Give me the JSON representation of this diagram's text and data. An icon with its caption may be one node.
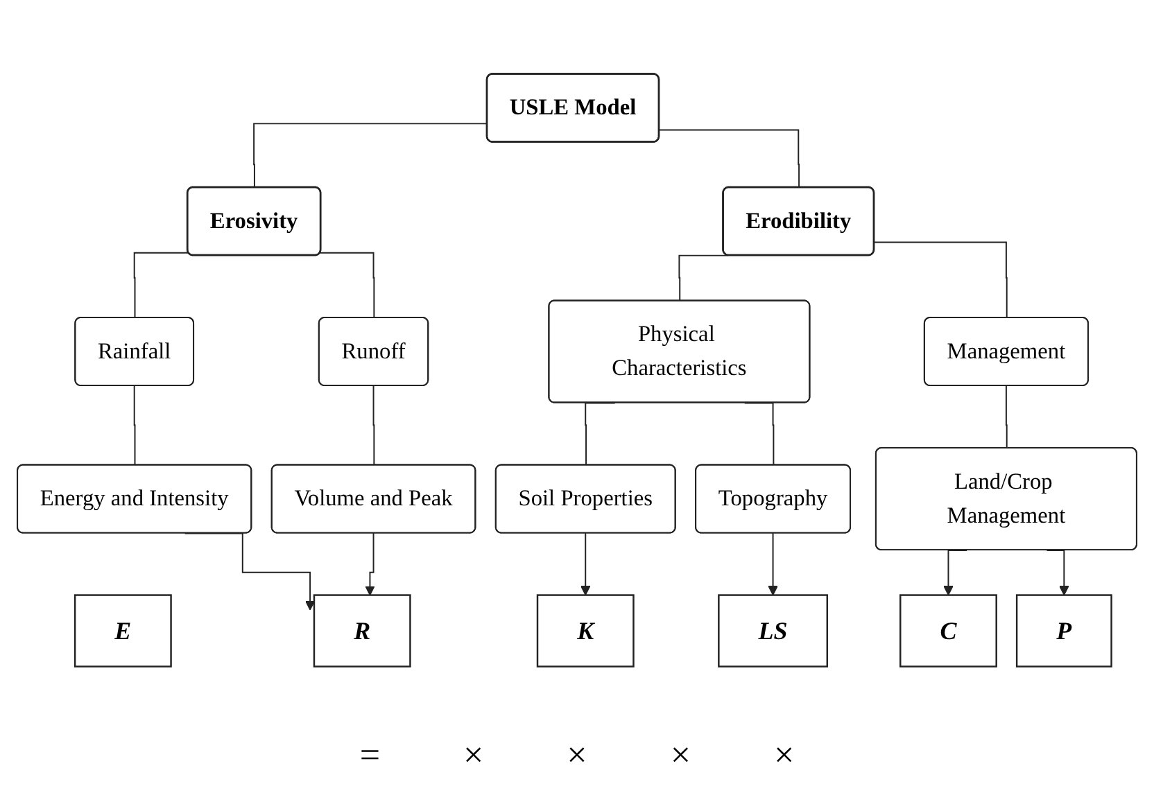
{
  "diagram": {
    "nodes": [
      {
        "text": [
          "USLE Model"
        ]
      },
      {
        "text": [
          "Erosivity"
        ]
      },
      {
        "text": [
          "Erodibility"
        ]
      },
      {
        "text": [
          "Rainfall"
        ]
      },
      {
        "text": [
          "Runoff"
        ]
      },
      {
        "text": [
          "Physical Characteristics"
        ]
      },
      {
        "text": [
          "Management"
        ]
      },
      {
        "text": [
          "Energy and Intensity"
        ]
      },
      {
        "text": [
          "Volume and Peak"
        ]
      },
      {
        "text": [
          "Soil Properties"
        ]
      },
      {
        "text": [
          "Topography"
        ]
      },
      {
        "text": [
          "Land/Crop Management"
        ]
      },
      {
        "text": [
          "E"
        ]
      },
      {
        "text": [
          "R"
        ]
      },
      {
        "text": [
          "K"
        ]
      },
      {
        "text": [
          "LS"
        ]
      },
      {
        "text": [
          "C"
        ]
      },
      {
        "text": [
          "P"
        ]
      }
    ],
    "edges": [
      {
        "from": 0,
        "to": 1,
        "arrow": "none"
      },
      {
        "from": 0,
        "to": 2,
        "arrow": "none"
      },
      {
        "from": 1,
        "to": 3,
        "arrow": "none"
      },
      {
        "from": 1,
        "to": 4,
        "arrow": "none"
      },
      {
        "from": 2,
        "to": 5,
        "arrow": "none"
      },
      {
        "from": 2,
        "to": 6,
        "arrow": "none"
      },
      {
        "from": 3,
        "to": 7,
        "arrow": "none"
      },
      {
        "from": 4,
        "to": 8,
        "arrow": "none"
      },
      {
        "from": 5,
        "to": 9,
        "arrow": "none"
      },
      {
        "from": 5,
        "to": 10,
        "arrow": "none"
      },
      {
        "from": 6,
        "to": 11,
        "arrow": "none"
      },
      {
        "from": 7,
        "to": 13,
        "arrow": "to"
      },
      {
        "from": 8,
        "to": 13,
        "arrow": "to"
      },
      {
        "from": 9,
        "to": 14,
        "arrow": "to"
      },
      {
        "from": 10,
        "to": 15,
        "arrow": "to"
      },
      {
        "from": 11,
        "to": 16,
        "arrow": "to"
      },
      {
        "from": 11,
        "to": 17,
        "arrow": "to"
      }
    ],
    "labels": [
      "=",
      "×",
      "×",
      "×",
      "×"
    ]
  }
}
